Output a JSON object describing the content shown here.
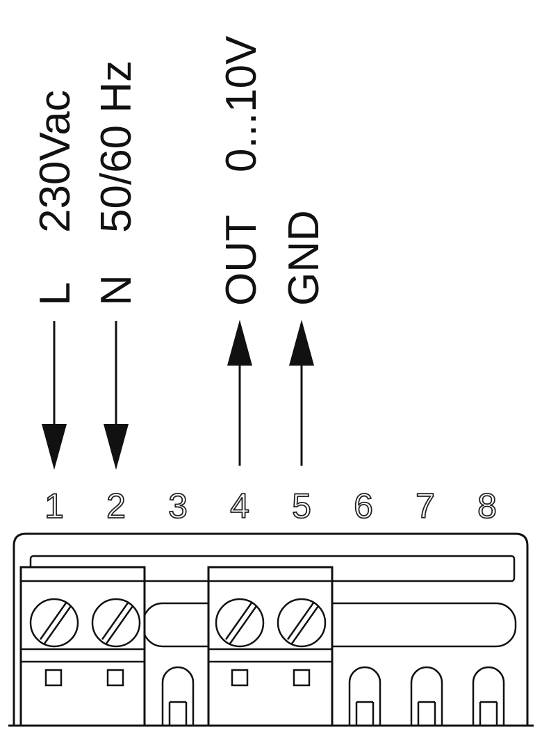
{
  "labels": {
    "t1": "L",
    "t1_spec": "230Vac",
    "t2": "N",
    "t2_spec": "50/60 Hz",
    "t4": "OUT",
    "t4_spec": "0...10V",
    "t5": "GND"
  },
  "terminal_numbers": [
    "1",
    "2",
    "3",
    "4",
    "5",
    "6",
    "7",
    "8"
  ],
  "colors": {
    "ink": "#111111",
    "background": "#ffffff"
  }
}
